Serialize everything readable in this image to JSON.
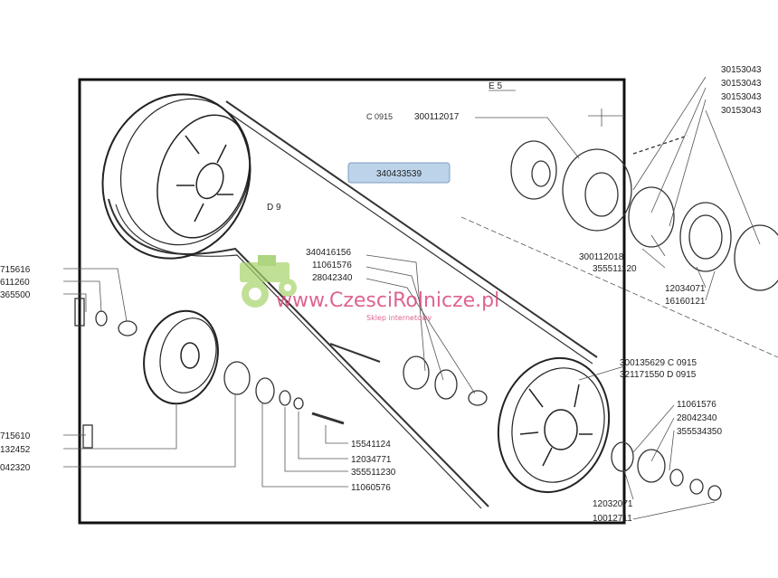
{
  "diagram": {
    "highlight_part": "340433539",
    "belt_label": "D 9",
    "dim_label": "E 5",
    "watermark": {
      "site": "www.CzesciRolnicze.pl",
      "tagline": "Sklep internetowy"
    },
    "top_right_parts": [
      "30153043",
      "30153043",
      "30153043",
      "30153043"
    ],
    "top_callout": {
      "prefix": "C 0915",
      "part": "300112017"
    },
    "right_mid_parts": [
      "300112018",
      "355511120",
      "12034071",
      "16160121"
    ],
    "center_parts": [
      "340416156",
      "11061576",
      "28042340"
    ],
    "right_pulley_parts": [
      "300135629 C 0915",
      "321171550 D 0915"
    ],
    "right_lower_parts": [
      "11061576",
      "28042340",
      "355534350"
    ],
    "bottom_right_parts": [
      "12032071",
      "10012711"
    ],
    "left_upper_parts": [
      "715616",
      "611260",
      "365500"
    ],
    "left_lower_parts": [
      "715610",
      "132452",
      "042320"
    ],
    "bottom_center_parts": [
      "15541124",
      "12034771",
      "355511230",
      "11060576"
    ]
  }
}
